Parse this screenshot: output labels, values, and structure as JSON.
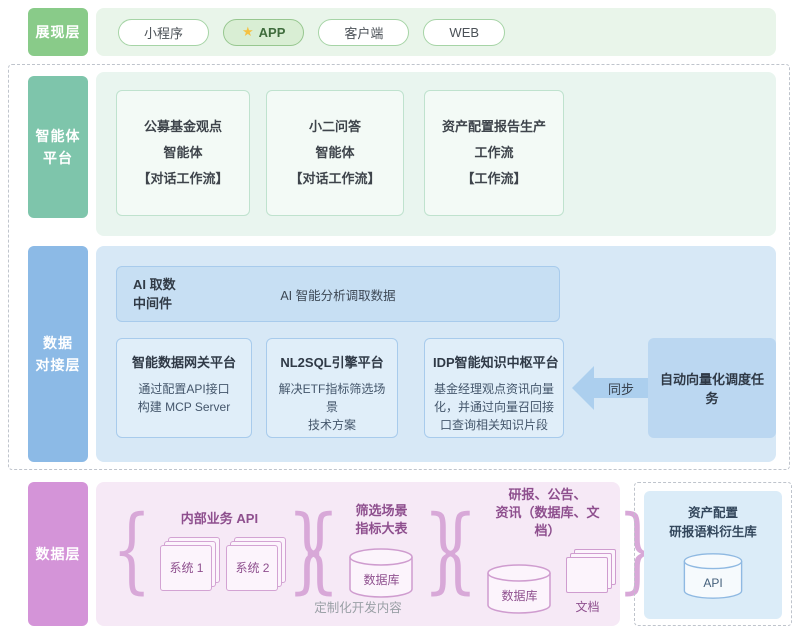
{
  "colors": {
    "presentation": "#89CB89",
    "agent": "#7EC5AB",
    "integration": "#8CBAE6",
    "datalayer": "#D494D8",
    "star": "#F5C142",
    "arrow": "#ACCFEE"
  },
  "presentation": {
    "label": "展现层",
    "pills": [
      {
        "label": "小程序"
      },
      {
        "label": "APP",
        "icon": "star-icon",
        "active": true
      },
      {
        "label": "客户端"
      },
      {
        "label": "WEB"
      }
    ]
  },
  "agent_platform": {
    "label_lines": [
      "智能体",
      "平台"
    ],
    "boxes": [
      {
        "lines": [
          "公募基金观点",
          "智能体",
          "【对话工作流】"
        ]
      },
      {
        "lines": [
          "小二问答",
          "智能体",
          "【对话工作流】"
        ]
      },
      {
        "lines": [
          "资产配置报告生产",
          "工作流",
          "【工作流】"
        ]
      }
    ]
  },
  "data_integration": {
    "label_lines": [
      "数据",
      "对接层"
    ],
    "middleware": {
      "title_lines": [
        "AI 取数",
        "中间件"
      ],
      "desc": "AI 智能分析调取数据"
    },
    "platforms": [
      {
        "title": "智能数据网关平台",
        "desc_lines": [
          "通过配置API接口",
          "构建 MCP Server"
        ]
      },
      {
        "title": "NL2SQL引擎平台",
        "desc_lines": [
          "解决ETF指标筛选场景",
          "技术方案"
        ]
      },
      {
        "title": "IDP智能知识中枢平台",
        "desc_lines": [
          "基金经理观点资讯向量化，并通过向量召回接口查询相关知识片段"
        ]
      }
    ],
    "sync_label": "同步",
    "scheduler_label": "自动向量化调度任务"
  },
  "data_layer": {
    "label": "数据层",
    "groups": [
      {
        "title_lines": [
          "内部业务 API"
        ],
        "systems": [
          "系统 1",
          "系统 2"
        ]
      },
      {
        "title_lines": [
          "筛选场景",
          "指标大表"
        ],
        "db_label": "数据库"
      },
      {
        "title_lines": [
          "研报、公告、",
          "资讯（数据库、文档）"
        ],
        "db_label": "数据库",
        "doc_label": "文档"
      }
    ],
    "caption": "定制化开发内容",
    "derived_corpus": {
      "title_lines": [
        "资产配置",
        "研报语料衍生库"
      ],
      "api_label": "API"
    }
  }
}
